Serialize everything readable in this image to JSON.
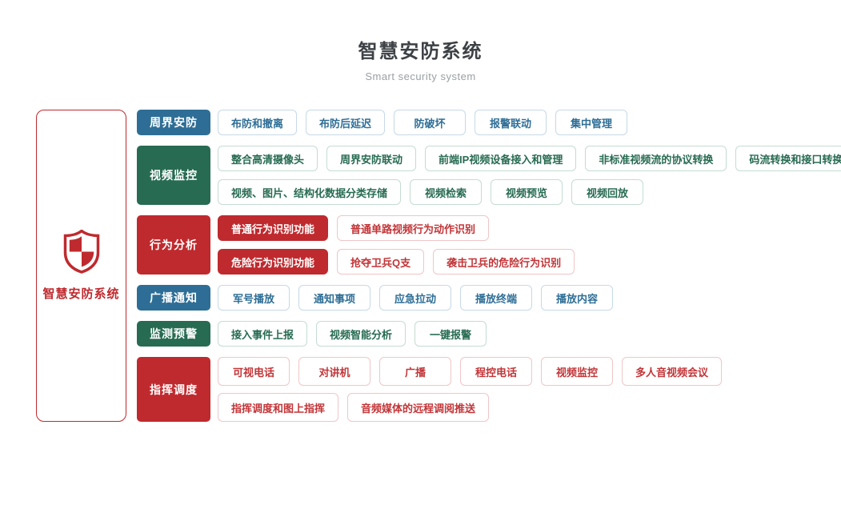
{
  "header": {
    "title": "智慧安防系统",
    "subtitle": "Smart security system"
  },
  "root": {
    "label": "智慧安防系统",
    "icon": "shield-icon"
  },
  "colors": {
    "blue": "#2e6e96",
    "green": "#276b52",
    "red": "#bf2a2e",
    "blue_item_border": "#c6d9e8",
    "green_item_border": "#c5dcd2",
    "red_item_border": "#f0c6c8",
    "title_text": "#3d4146",
    "subtitle_text": "#9aa0a4"
  },
  "categories": [
    {
      "label": "周界安防",
      "color": "blue",
      "rows": [
        [
          "布防和撤离",
          "布防后延迟",
          "防破坏",
          "报警联动",
          "集中管理"
        ]
      ]
    },
    {
      "label": "视频监控",
      "color": "green",
      "rows": [
        [
          "整合高清摄像头",
          "周界安防联动",
          "前端IP视频设备接入和管理",
          "非标准视频流的协议转换",
          "码流转换和接口转换"
        ],
        [
          "视频、图片、结构化数据分类存储",
          "视频检索",
          "视频预览",
          "视频回放"
        ]
      ]
    },
    {
      "label": "行为分析",
      "color": "red",
      "rows": [
        [
          "普通行为识别功能",
          "普通单路视频行为动作识别"
        ],
        [
          "危险行为识别功能",
          "抢夺卫兵Q支",
          "袭击卫兵的危险行为识别"
        ]
      ]
    },
    {
      "label": "广播通知",
      "color": "blue",
      "rows": [
        [
          "军号播放",
          "通知事项",
          "应急拉动",
          "播放终端",
          "播放内容"
        ]
      ]
    },
    {
      "label": "监测预警",
      "color": "green",
      "rows": [
        [
          "接入事件上报",
          "视频智能分析",
          "一键报警"
        ]
      ]
    },
    {
      "label": "指挥调度",
      "color": "red",
      "rows": [
        [
          "可视电话",
          "对讲机",
          "广播",
          "程控电话",
          "视频监控",
          "多人音视频会议"
        ],
        [
          "指挥调度和图上指挥",
          "音频媒体的远程调阅推送"
        ]
      ]
    }
  ]
}
